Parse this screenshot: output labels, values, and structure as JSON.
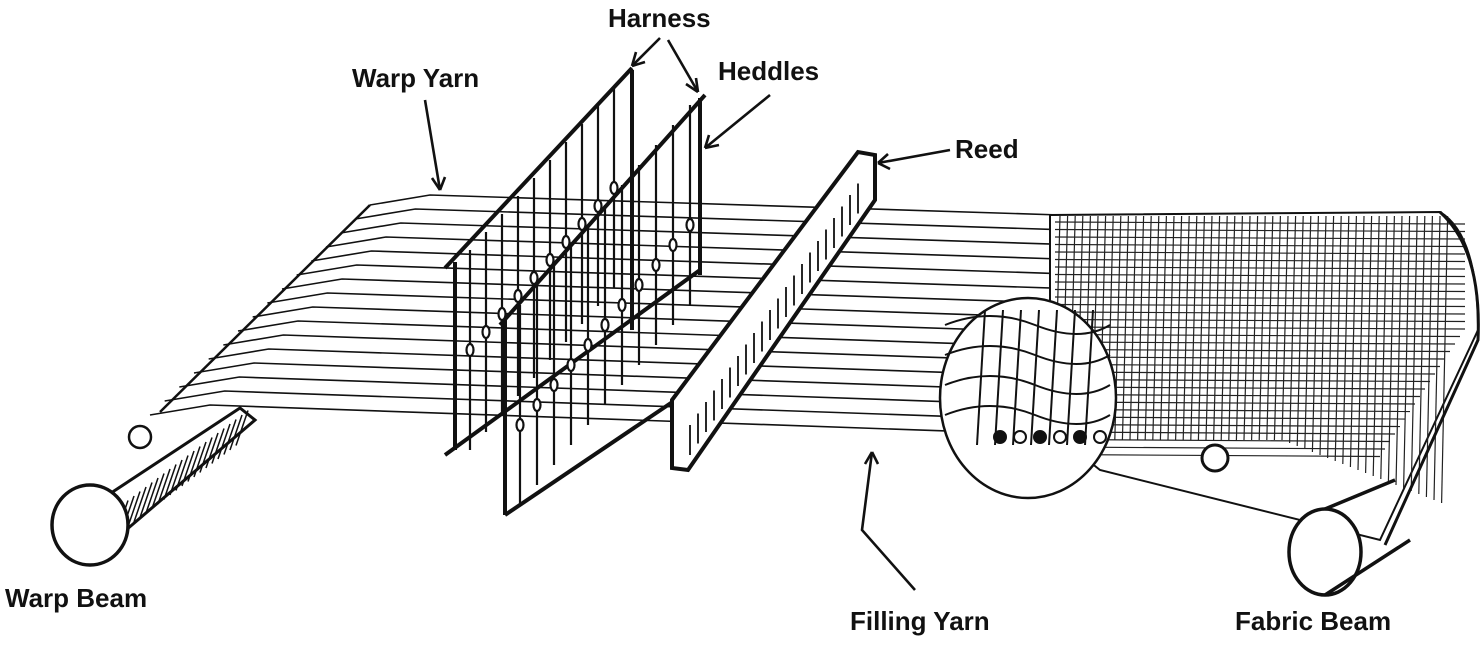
{
  "diagram": {
    "labels": {
      "harness": "Harness",
      "warp_yarn": "Warp Yarn",
      "heddles": "Heddles",
      "reed": "Reed",
      "warp_beam": "Warp Beam",
      "filling_yarn": "Filling Yarn",
      "fabric_beam": "Fabric Beam"
    },
    "colors": {
      "ink": "#111111",
      "background": "#ffffff"
    }
  }
}
